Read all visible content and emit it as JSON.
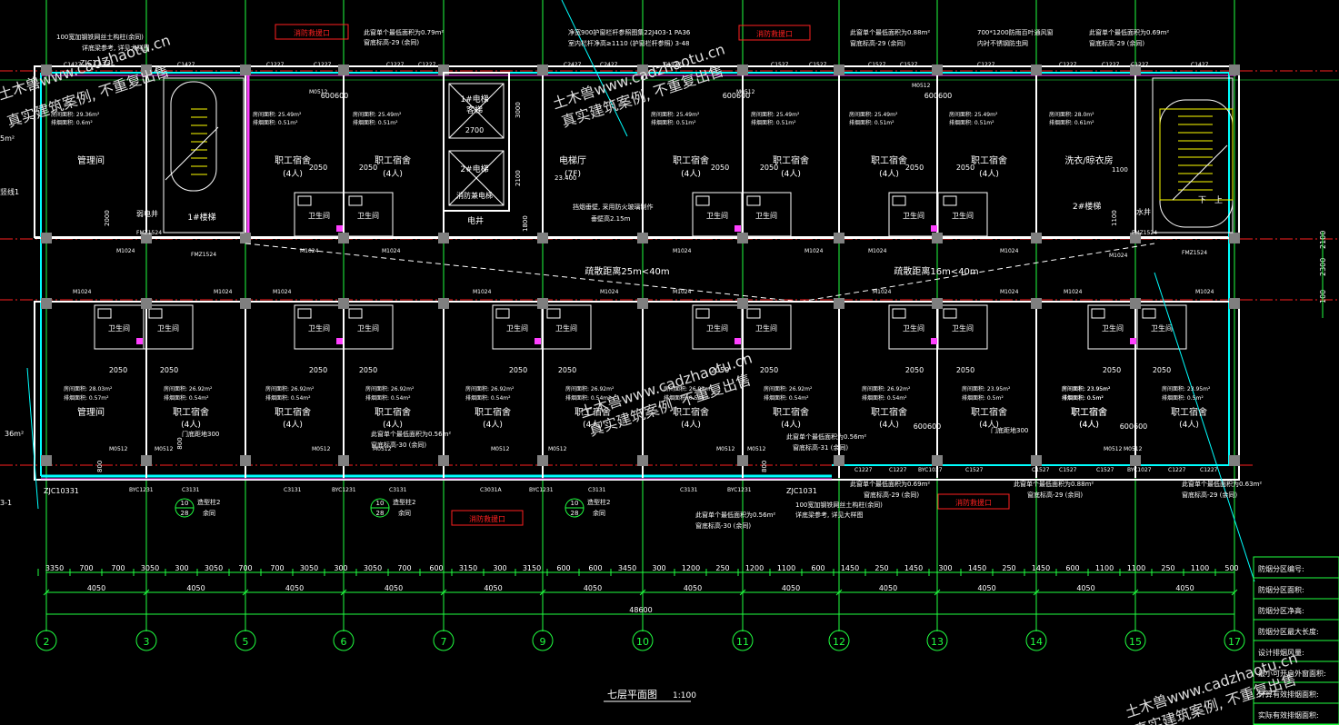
{
  "drawing": {
    "title": "七层平面图",
    "scale": "1:100",
    "background": "#000000"
  },
  "colors": {
    "wall": "#ffffff",
    "axis": "#ff2020",
    "grid": "#20ff40",
    "dim": "#20ff40",
    "cyan": "#00ffff",
    "text": "#ffffff",
    "note": "#ffffff",
    "magenta": "#ff40ff",
    "yellow": "#ffff00",
    "column": "#7f7f7f",
    "watermark": "#dddddd"
  },
  "grid_axes": [
    {
      "label": "2"
    },
    {
      "label": "3"
    },
    {
      "label": "5"
    },
    {
      "label": "6"
    },
    {
      "label": "7"
    },
    {
      "label": "9"
    },
    {
      "label": "10"
    },
    {
      "label": "11"
    },
    {
      "label": "12"
    },
    {
      "label": "13"
    },
    {
      "label": "14"
    },
    {
      "label": "15"
    },
    {
      "label": "17"
    }
  ],
  "dimensions": {
    "row1": [
      "3350",
      "700",
      "700",
      "3050",
      "300",
      "3050",
      "700",
      "700",
      "3050",
      "300",
      "3050",
      "700",
      "600",
      "3150",
      "300",
      "3150",
      "600",
      "600",
      "3450",
      "300",
      "1200",
      "250",
      "1200",
      "1100",
      "600",
      "1450",
      "250",
      "1450",
      "300",
      "1450",
      "250",
      "1450",
      "600",
      "1100",
      "1100",
      "250",
      "1100",
      "500"
    ],
    "row2": [
      "4050",
      "4050",
      "4050",
      "4050",
      "4050",
      "4050",
      "4050",
      "4050",
      "4050",
      "4050",
      "4050",
      "4050"
    ],
    "total": "48600",
    "right": [
      "2100",
      "2300",
      "100"
    ]
  },
  "top_rooms": [
    {
      "name": "管理间",
      "area": "房间面积: 29.36m²",
      "vent": "排烟面积: 0.6m²"
    },
    {
      "name": "职工宿舍",
      "sub": "(4人)",
      "area": "房间面积: 25.49m²",
      "vent": "排烟面积: 0.51m²"
    },
    {
      "name": "职工宿舍",
      "sub": "(4人)",
      "area": "房间面积: 25.49m²",
      "vent": "排烟面积: 0.51m²"
    },
    {
      "name": "电梯厅",
      "sub": "(7F)",
      "area": "23.400"
    },
    {
      "name": "职工宿舍",
      "sub": "(4人)",
      "area": "房间面积: 25.49m²",
      "vent": "排烟面积: 0.51m²"
    },
    {
      "name": "职工宿舍",
      "sub": "(4人)",
      "area": "房间面积: 25.49m²",
      "vent": "排烟面积: 0.51m²"
    },
    {
      "name": "职工宿舍",
      "sub": "(4人)",
      "area": "房间面积: 25.49m²",
      "vent": "排烟面积: 0.51m²"
    },
    {
      "name": "职工宿舍",
      "sub": "(4人)",
      "area": "房间面积: 25.49m²",
      "vent": "排烟面积: 0.51m²"
    },
    {
      "name": "洗衣/晾衣房",
      "area": "房间面积: 28.0m²",
      "vent": "排烟面积: 0.61m²"
    }
  ],
  "bottom_rooms": [
    {
      "name": "管理间",
      "area": "房间面积: 28.03m²",
      "vent": "排烟面积: 0.57m²"
    },
    {
      "name": "职工宿舍",
      "sub": "(4人)",
      "area": "房间面积: 26.92m²",
      "vent": "排烟面积: 0.54m²"
    },
    {
      "name": "职工宿舍",
      "sub": "(4人)",
      "area": "房间面积: 26.92m²",
      "vent": "排烟面积: 0.54m²"
    },
    {
      "name": "职工宿舍",
      "sub": "(4人)",
      "area": "房间面积: 26.92m²",
      "vent": "排烟面积: 0.54m²"
    },
    {
      "name": "职工宿舍",
      "sub": "(4人)",
      "area": "房间面积: 26.92m²",
      "vent": "排烟面积: 0.54m²"
    },
    {
      "name": "职工宿舍",
      "sub": "(4人)",
      "area": "房间面积: 26.92m²",
      "vent": "排烟面积: 0.54m²"
    },
    {
      "name": "职工宿舍",
      "sub": "(4人)",
      "area": "房间面积: 26.92m²",
      "vent": "排烟面积: 0.54m²"
    },
    {
      "name": "职工宿舍",
      "sub": "(4人)",
      "area": "房间面积: 26.92m²",
      "vent": "排烟面积: 0.54m²"
    },
    {
      "name": "职工宿舍",
      "sub": "(4人)",
      "area": "房间面积: 26.92m²",
      "vent": "排烟面积: 0.54m²"
    },
    {
      "name": "职工宿舍",
      "sub": "(4人)",
      "area": "房间面积: 23.95m²",
      "vent": "排烟面积: 0.5m²"
    },
    {
      "name": "职工宿舍",
      "sub": "(4人)",
      "area": "房间面积: 23.95m²",
      "vent": "排烟面积: 0.5m²"
    },
    {
      "name": "职工宿舍",
      "sub": "(4人)",
      "area": "房间面积: 23.95m²",
      "vent": "排烟面积: 0.5m²"
    },
    {
      "name": "职工宿舍",
      "sub": "(4人)",
      "area": "房间面积: 23.95m²",
      "vent": "排烟面积: 0.5m²"
    }
  ],
  "labels": {
    "wc": "卫生间",
    "stair1": "1#楼梯",
    "stair2": "2#楼梯",
    "elev1": "1#电梯",
    "elev1b": "客梯",
    "elev2": "2#电梯",
    "elev2b": "消防兼电梯",
    "shaft": "电井",
    "weak_shaft": "弱电井",
    "water_shaft": "水井",
    "wc_dim": "2050",
    "corridor_dist1": "疏散距离25m<40m",
    "corridor_dist2": "疏散距离16m<40m",
    "fire_rescue": "消防救援口",
    "door_top": "M1024",
    "door_small": "M0512",
    "fire_door": "FMZ1524",
    "hall_dim": "2700",
    "dim_3000": "3000",
    "dim_2100": "2100",
    "dim_800": "800",
    "dim_1800": "1800",
    "dim_1100": "1100",
    "dim_600": "600600",
    "dim_2000": "2000",
    "stair_down": "下",
    "stair_up": "上"
  },
  "notes": {
    "n1": "100宽加钢铁网丝土构柱(余同)",
    "n2": "详底梁参考, 详见大样图",
    "n3": "此窗单个最低面积为0.79m²",
    "n4": "窗底标高-29 (余同)",
    "n5": "净宽900护窗栏杆参照图集22J403-1 PA36",
    "n6": "室内栏杆净高≥1110 (护窗栏杆参照) 3-48",
    "n7": "此窗单个最低面积为0.88m²",
    "n8": "700*1200防雨百叶通风窗",
    "n9": "内衬不锈钢防虫网",
    "n10": "此窗单个最低面积为0.69m²",
    "n11": "挡烟垂壁, 采用防火玻璃制作",
    "n12": "垂壁高2.15m",
    "n13": "门底距地300",
    "n14": "此窗单个最低面积为0.56m²",
    "n15": "窗底标高-30 (余同)",
    "n16": "此窗单个最低面积为0.56m²",
    "n17": "窗底标高-31 (余同)",
    "n18": "门底距地300",
    "n19": "此窗单个最低面积为0.69m²",
    "n20": "窗底标高-29 (余同)",
    "n21": "此窗单个最低面积为0.88m²",
    "n22": "窗底标高-29 (余同)",
    "n23": "此窗单个最低面积为0.63m²",
    "n24": "窗底标高-29 (余同)",
    "n25": "100宽加钢铁网丝土构柱(余同)",
    "n26": "窗底标高-30 (余同)",
    "n27": "此窗单个最低面积为0.56m²",
    "col_mark": "10",
    "col_mark2": "28",
    "col_text": "造型柱2",
    "col_text2": "余同",
    "zjc1": "ZJC1133L",
    "zjc2": "ZJC10331",
    "zjc3": "ZJC1031",
    "side1": "5m²",
    "side2": "竖线1",
    "side3": "36m²",
    "side4": "3-1"
  },
  "window_codes": {
    "c1227": "C1227",
    "c1527": "C1527",
    "c1427": "C1427",
    "c2427": "C2427",
    "c3131": "C3131",
    "c3031a": "C3031A",
    "byc": "BYC1231",
    "byc2": "BYC1027"
  },
  "legend_table": [
    "防烟分区编号:",
    "防烟分区面积:",
    "防烟分区净高:",
    "防烟分区最大长度:",
    "设计排烟风量:",
    "最小可开启外窗面积:",
    "计算有效排烟面积:",
    "实际有效排烟面积:"
  ],
  "watermark": {
    "line1": "土木兽www.cadzhaotu.cn",
    "line2": "真实建筑案例, 不重复出售"
  }
}
